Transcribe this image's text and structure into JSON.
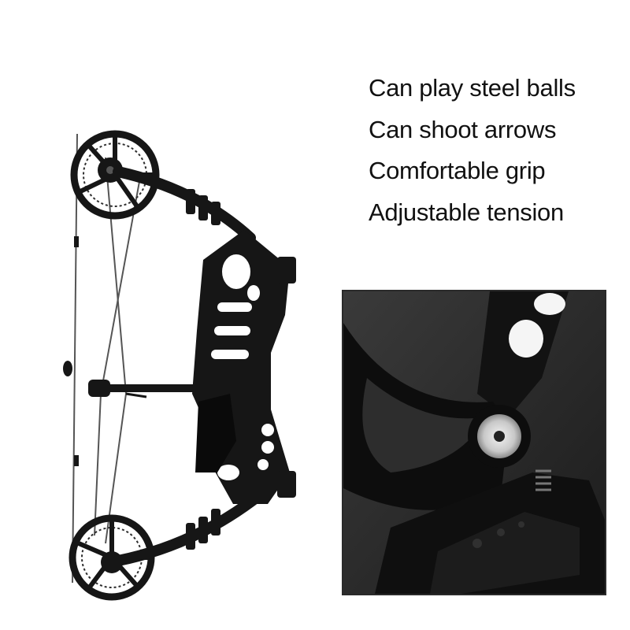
{
  "features": [
    "Can play steel balls",
    "Can shoot arrows",
    "Comfortable grip",
    "Adjustable tension"
  ],
  "colors": {
    "background": "#ffffff",
    "bow": "#161616",
    "text": "#111111",
    "detail_background": "#2a2a2a"
  },
  "images": {
    "main": "compound-bow-photo",
    "detail": "limb-bolt-closeup-photo"
  }
}
